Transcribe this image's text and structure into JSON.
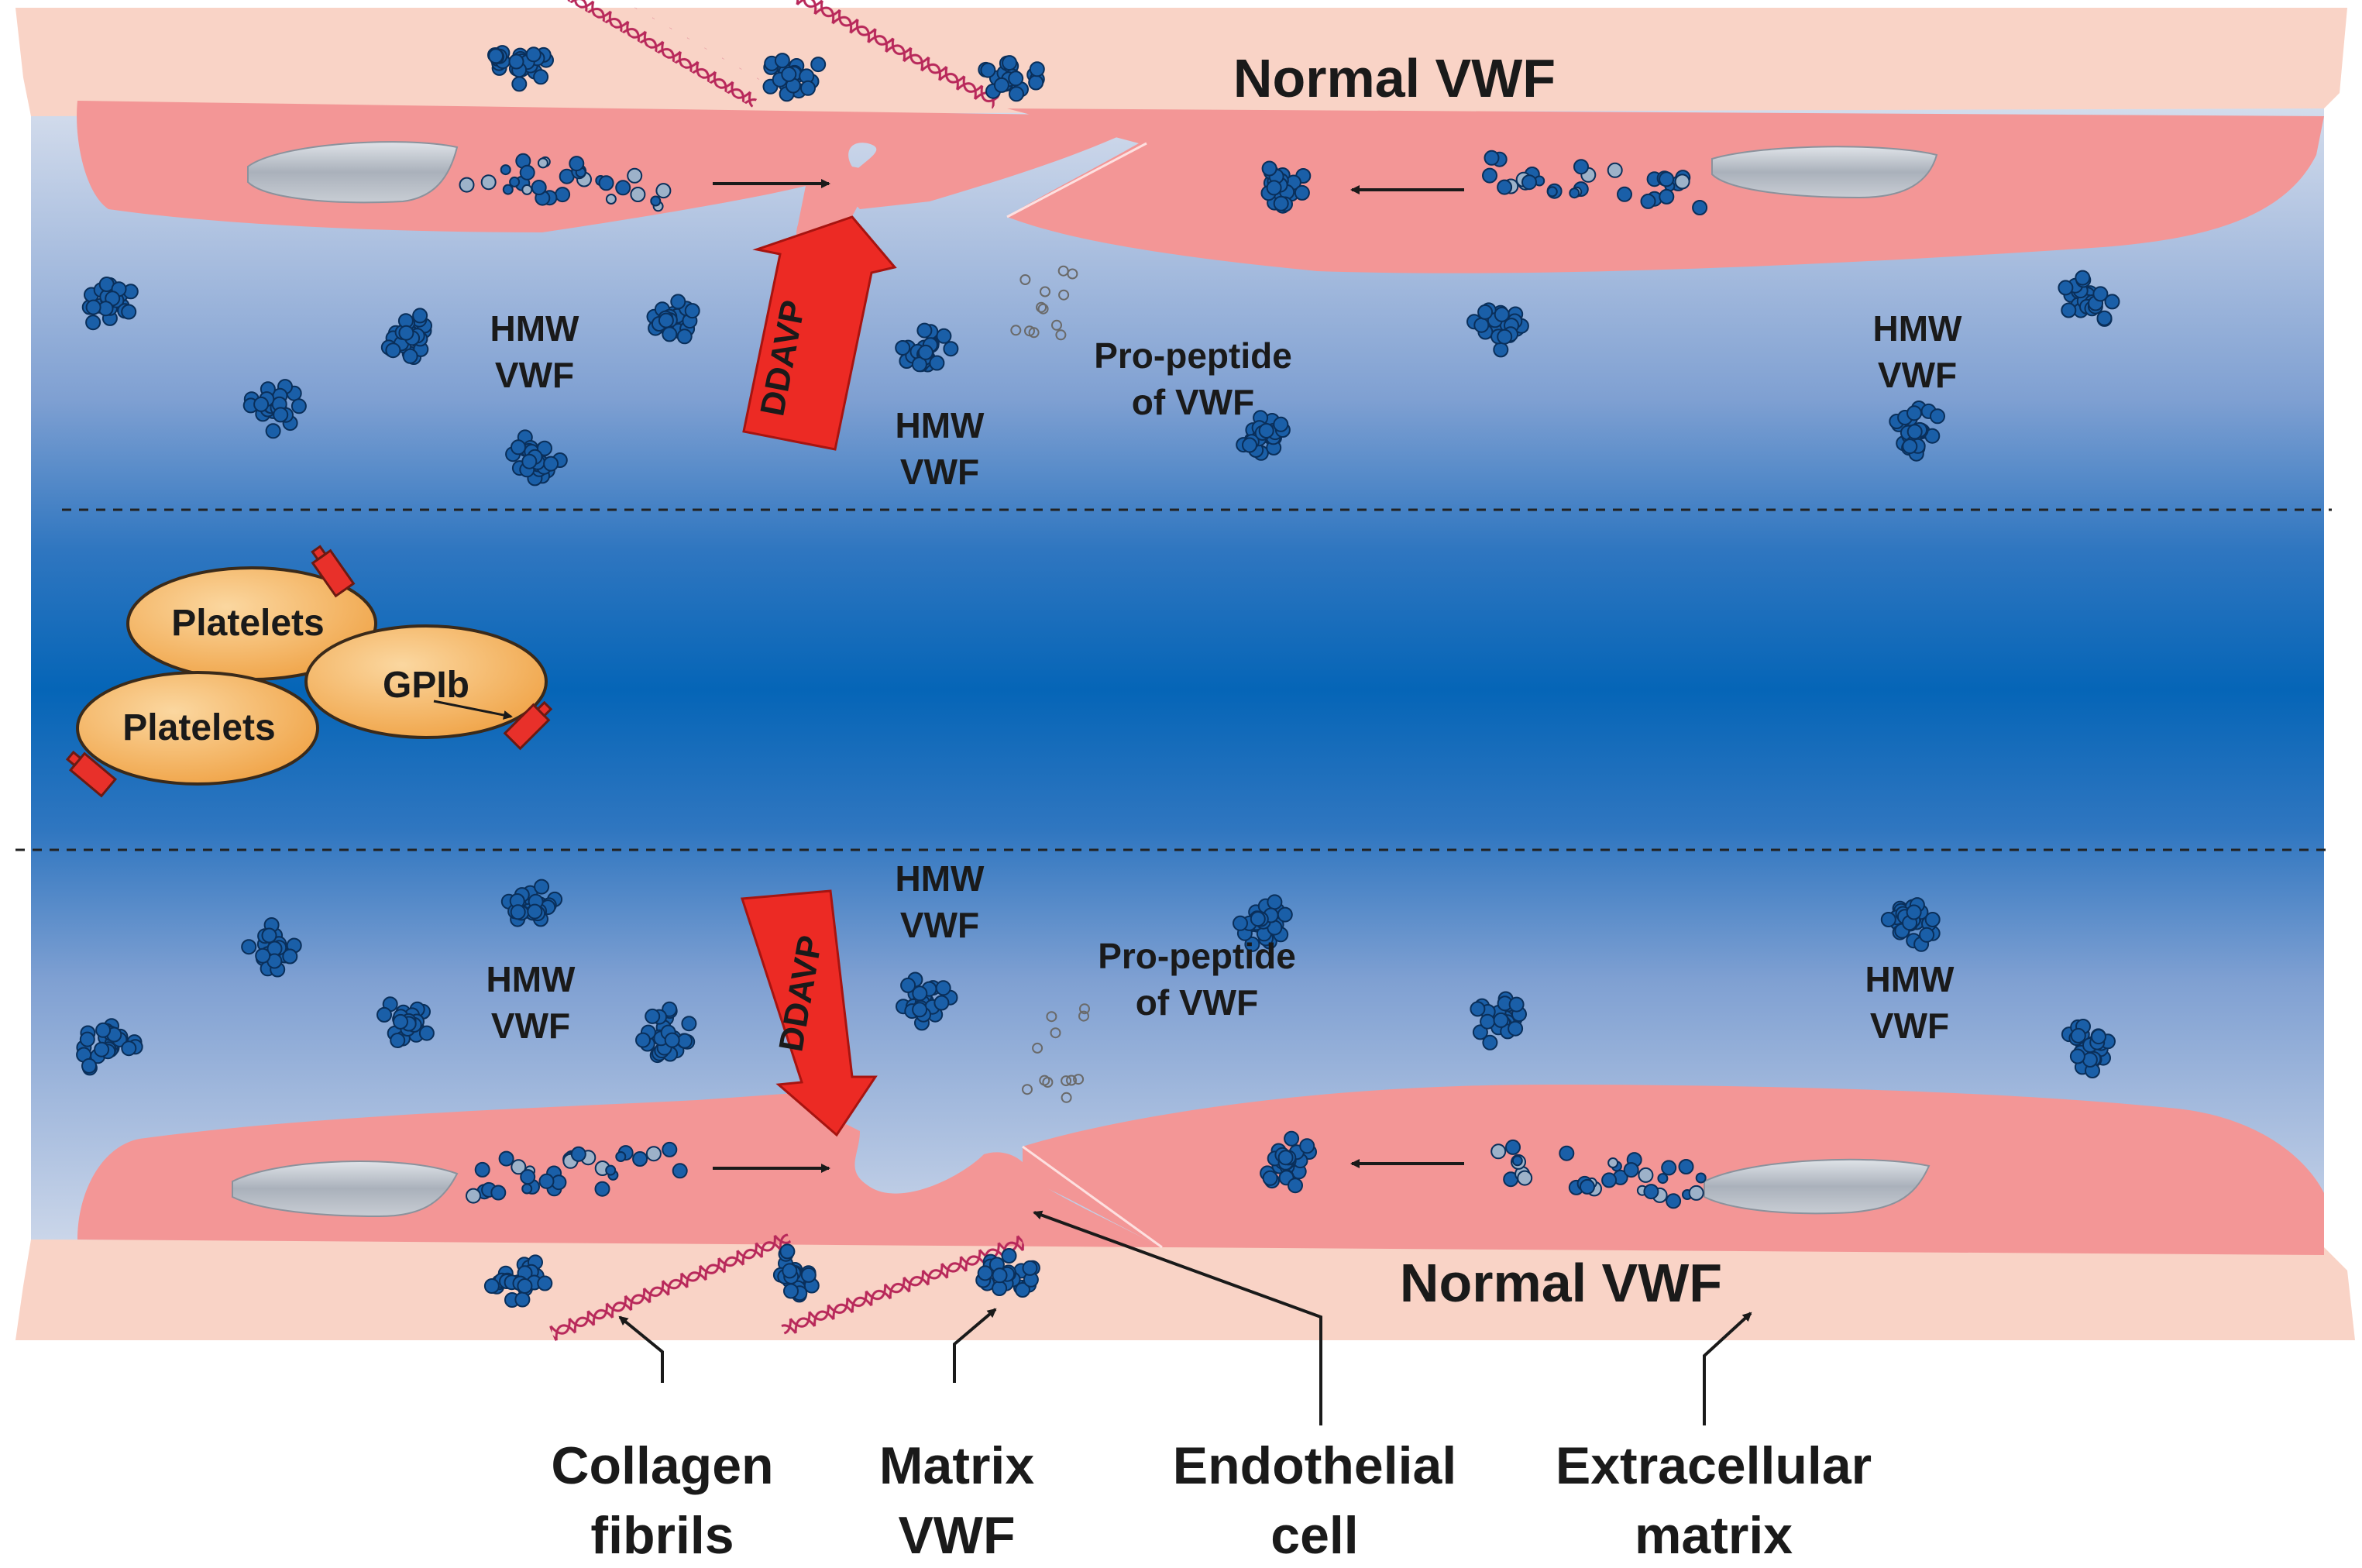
{
  "labels": {
    "normal_vwf": "Normal VWF",
    "hmw_vwf_line1": "HMW",
    "hmw_vwf_line2": "VWF",
    "propeptide_line1": "Pro-peptide",
    "propeptide_line2": "of VWF",
    "ddavp": "DDAVP",
    "platelets": "Platelets",
    "gpib": "GPIb"
  },
  "legend": {
    "collagen_line1": "Collagen",
    "collagen_line2": "fibrils",
    "matrix_line1": "Matrix",
    "matrix_line2": "VWF",
    "endothelial_line1": "Endothelial",
    "endothelial_line2": "cell",
    "ecm_line1": "Extracellular",
    "ecm_line2": "matrix"
  },
  "colors": {
    "matrix_band": "#f9d3c6",
    "endothelial": "#f39696",
    "lumen_dark": "#0a66b5",
    "lumen_light": "#c8d3e6",
    "vwf_dot": "#1a5fa8",
    "platelet": "#f6b25a",
    "receptor": "#e8302a",
    "collagen": "#b8285a",
    "ddavp_arrow": "#ec2a24"
  }
}
